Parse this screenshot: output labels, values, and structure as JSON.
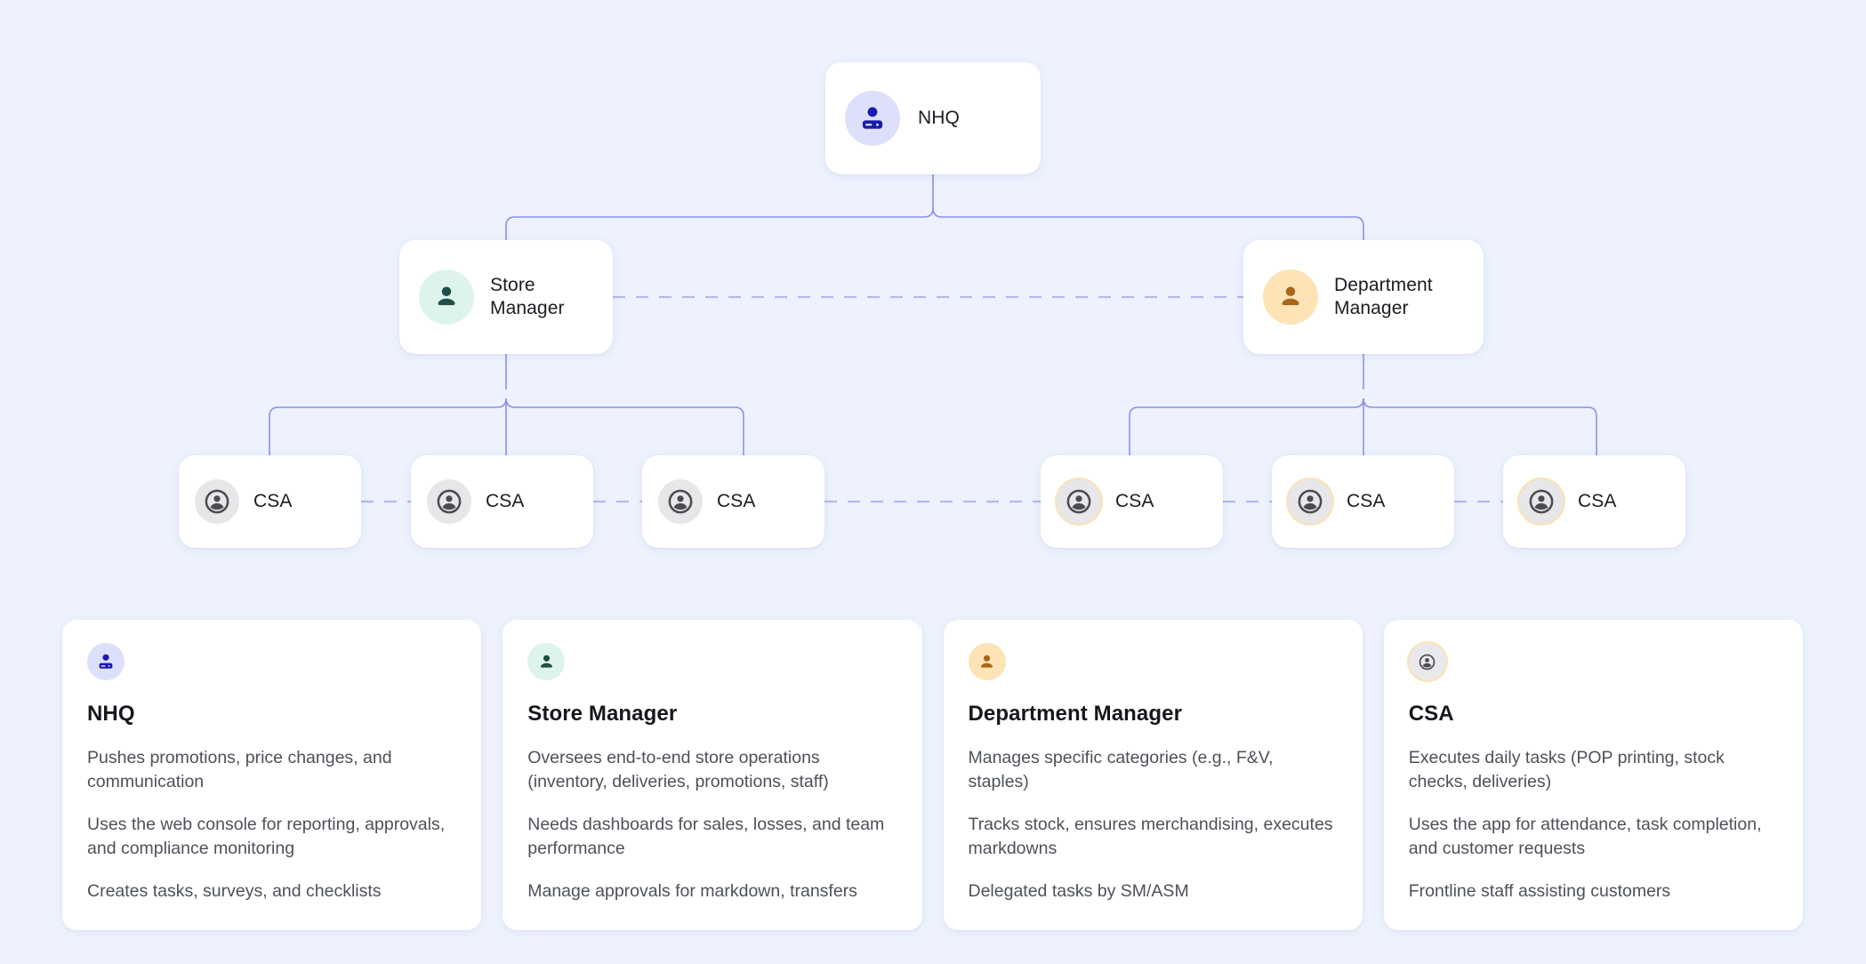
{
  "theme": {
    "canvas_bg": "#edf2fe",
    "card_bg": "#ffffff",
    "connector_color": "#8b90e8",
    "dashed_connector_color": "#b4b8ee",
    "nhq_accent": "#1a1ab0",
    "nhq_bubble": "#dde0fa",
    "store_manager_accent": "#1f4f46",
    "store_manager_bubble": "#def3ec",
    "department_manager_accent": "#a8661a",
    "department_manager_bubble": "#fde3b6",
    "csa_accent": "#4c4c50",
    "csa_bubble": "#e7e7e9",
    "csa_ring": "#fbe3b4"
  },
  "org_chart": {
    "type": "hierarchy",
    "root": {
      "id": "nhq",
      "label": "NHQ",
      "icon": "person-badge-icon"
    },
    "level2": [
      {
        "id": "store-manager",
        "label": "Store\nManager",
        "icon": "person-icon"
      },
      {
        "id": "department-manager",
        "label": "Department\nManager",
        "icon": "person-icon"
      }
    ],
    "level3": [
      {
        "id": "csa-1",
        "label": "CSA",
        "icon": "account-circle-icon",
        "parent": "store-manager"
      },
      {
        "id": "csa-2",
        "label": "CSA",
        "icon": "account-circle-icon",
        "parent": "store-manager"
      },
      {
        "id": "csa-3",
        "label": "CSA",
        "icon": "account-circle-icon",
        "parent": "store-manager"
      },
      {
        "id": "csa-4",
        "label": "CSA",
        "icon": "account-circle-icon",
        "parent": "department-manager"
      },
      {
        "id": "csa-5",
        "label": "CSA",
        "icon": "account-circle-icon",
        "parent": "department-manager"
      },
      {
        "id": "csa-6",
        "label": "CSA",
        "icon": "account-circle-icon",
        "parent": "department-manager"
      }
    ]
  },
  "legend": {
    "cards": [
      {
        "id": "nhq",
        "icon": "person-badge-icon",
        "title": "NHQ",
        "bullets": [
          "Pushes promotions, price changes, and communication",
          "Uses the web console for reporting, approvals, and compliance monitoring",
          "Creates tasks, surveys, and checklists"
        ]
      },
      {
        "id": "store-manager",
        "icon": "person-icon",
        "title": "Store Manager",
        "bullets": [
          "Oversees end-to-end store operations (inventory, deliveries, promotions, staff)",
          "Needs dashboards for sales, losses, and team performance",
          "Manage approvals for markdown, transfers"
        ]
      },
      {
        "id": "department-manager",
        "icon": "person-icon",
        "title": "Department Manager",
        "bullets": [
          "Manages specific categories (e.g., F&V, staples)",
          "Tracks stock, ensures merchandising, executes markdowns",
          "Delegated tasks by SM/ASM"
        ]
      },
      {
        "id": "csa",
        "icon": "account-circle-icon",
        "title": "CSA",
        "bullets": [
          "Executes daily tasks (POP printing, stock checks, deliveries)",
          "Uses the app for attendance, task completion, and customer requests",
          "Frontline staff assisting customers"
        ]
      }
    ]
  }
}
